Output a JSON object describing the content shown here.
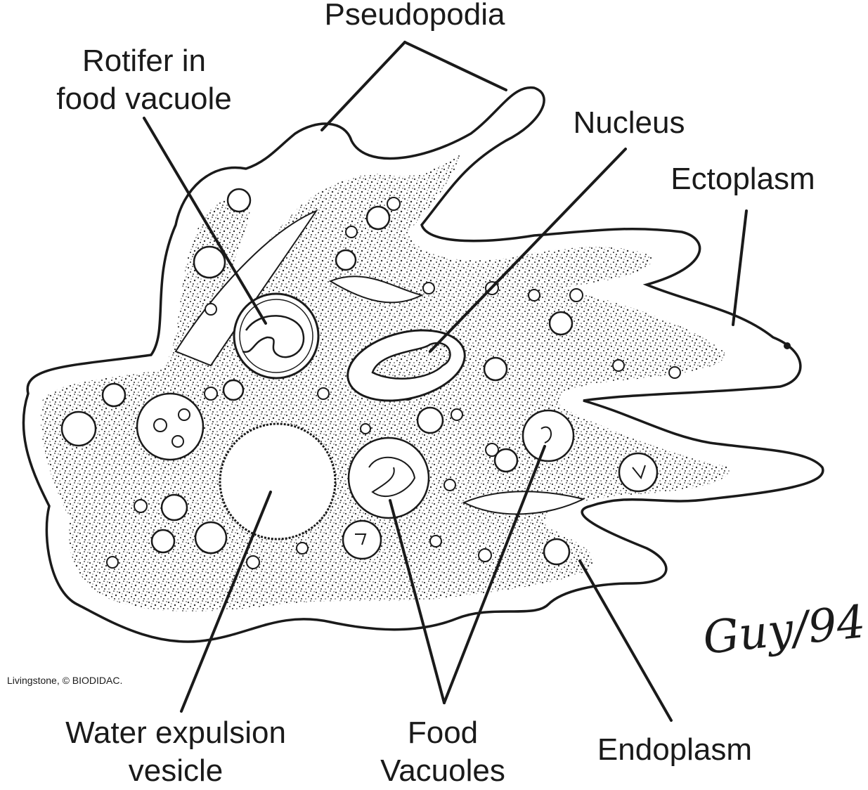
{
  "labels": {
    "pseudopodia": "Pseudopodia",
    "rotifer_line1": "Rotifer in",
    "rotifer_line2": "food vacuole",
    "nucleus": "Nucleus",
    "ectoplasm": "Ectoplasm",
    "water_line1": "Water expulsion",
    "water_line2": "vesicle",
    "food_line1": "Food",
    "food_line2": "Vacuoles",
    "endoplasm": "Endoplasm"
  },
  "credit": "Livingstone, © BIODIDAC.",
  "signature": "Guy/94",
  "colors": {
    "ink": "#1a1a1a",
    "background": "#ffffff",
    "stipple": "#2b2b2b"
  }
}
